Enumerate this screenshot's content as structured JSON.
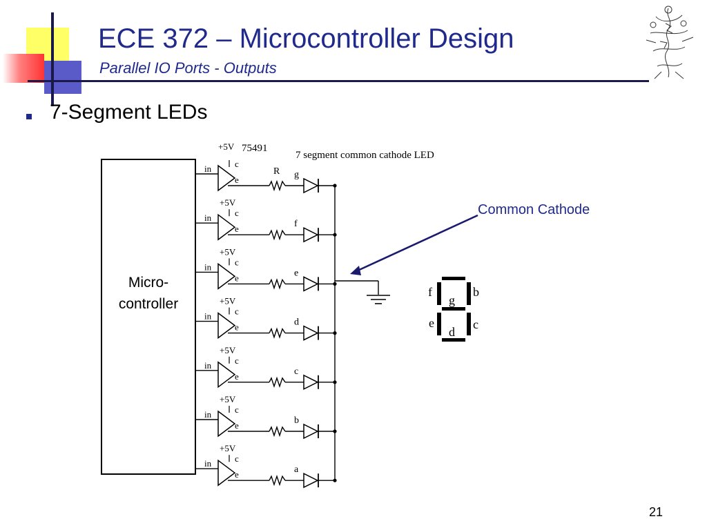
{
  "header": {
    "title": "ECE 372 – Microcontroller Design",
    "subtitle": "Parallel IO Ports - Outputs"
  },
  "bullet": {
    "text": "7-Segment LEDs"
  },
  "schematic": {
    "supply_label": "+5V",
    "driver_part": "75491",
    "led_caption": "7 segment common cathode LED",
    "resistor_label": "R",
    "pin_in": "in",
    "pin_c": "c",
    "pin_e": "e",
    "microcontroller_label_line1": "Micro-",
    "microcontroller_label_line2": "controller",
    "segments": [
      "g",
      "f",
      "e",
      "d",
      "c",
      "b",
      "a"
    ]
  },
  "callout": {
    "text": "Common Cathode",
    "color": "#1f2a8c"
  },
  "seven_segment": {
    "left_labels": [
      "f",
      "e"
    ],
    "right_labels": [
      "b",
      "c"
    ],
    "inner_labels": [
      "g",
      "d"
    ]
  },
  "footer": {
    "page_number": "21"
  },
  "colors": {
    "title": "#1f2a8c",
    "accent_yellow": "#ffff66",
    "accent_blue": "#5a5ac8",
    "accent_red": "#ff3333"
  }
}
